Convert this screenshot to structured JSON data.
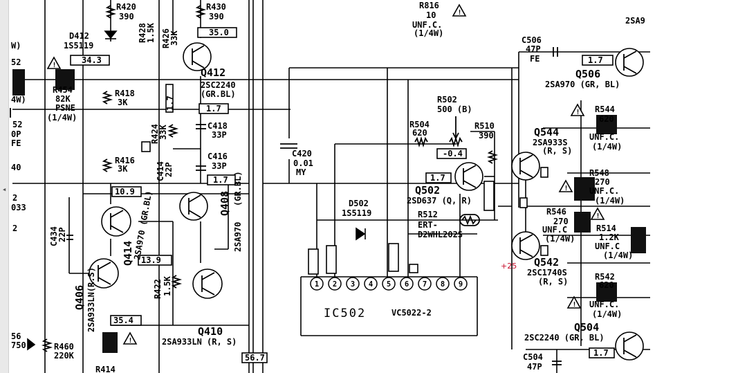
{
  "annotation": {
    "text": "+25",
    "color": "#c8102e"
  },
  "components": {
    "R420": {
      "ref": "R420",
      "val": "390"
    },
    "R430": {
      "ref": "R430",
      "val": "390"
    },
    "R816": {
      "ref": "R816",
      "val": "10",
      "note1": "UNF.C.",
      "note2": "(1/4W)"
    },
    "D412": {
      "ref": "D412",
      "val": "1S5119"
    },
    "R428": {
      "ref": "R428",
      "val": "1.5K"
    },
    "R426": {
      "ref": "R426",
      "val": "33K"
    },
    "Q412": {
      "ref": "Q412",
      "part": "2SC2240",
      "grade": "(GR.BL)"
    },
    "R454": {
      "ref": "R454",
      "val": "82K",
      "note1": "PSNE",
      "note2": "(1/4W)"
    },
    "R418": {
      "ref": "R418",
      "val": "3K"
    },
    "R416": {
      "ref": "R416",
      "val": "3K"
    },
    "R424": {
      "ref": "R424",
      "val": "33K"
    },
    "C414": {
      "ref": "C414",
      "val": "22P"
    },
    "C418": {
      "ref": "C418",
      "val": "33P"
    },
    "C416": {
      "ref": "C416",
      "val": "33P"
    },
    "Q408": {
      "ref": "Q408",
      "part": "2SA970",
      "grade": "(GR.BL)"
    },
    "C420": {
      "ref": "C420",
      "val": "0.01",
      "note1": "MY"
    },
    "C434": {
      "ref": "C434",
      "val": "22P"
    },
    "Q414": {
      "ref": "Q414",
      "part": "2SA970 (GR.BL)"
    },
    "Q406": {
      "ref": "Q406",
      "part": "2SA933LN(R.S)"
    },
    "R422": {
      "ref": "R422",
      "val": "1.5K"
    },
    "Q410": {
      "ref": "Q410",
      "part": "2SA933LN (R, S)"
    },
    "R460": {
      "ref": "R460",
      "val": "220K"
    },
    "R414": {
      "ref": "R414"
    },
    "R502": {
      "ref": "R502",
      "val": "500 (B)"
    },
    "R504": {
      "ref": "R504",
      "val": "620"
    },
    "R510": {
      "ref": "R510",
      "val": "390"
    },
    "Q502": {
      "ref": "Q502",
      "part": "2SD637 (Q, R)"
    },
    "D502": {
      "ref": "D502",
      "val": "1S5119"
    },
    "R512": {
      "ref": "R512",
      "val": "ERT-",
      "note1": "D2WHL202S"
    },
    "IC502": {
      "ref": "IC502",
      "part": "VC5022-2"
    },
    "C506": {
      "ref": "C506",
      "val": "47P",
      "note1": "FE"
    },
    "Q506": {
      "ref": "Q506",
      "part": "2SA970 (GR, BL)"
    },
    "R544": {
      "ref": "R544",
      "val": "620",
      "note1": "UNF.C.",
      "note2": "(1/4W)"
    },
    "Q544": {
      "ref": "Q544",
      "part": "2SA933S",
      "grade": "(R, S)"
    },
    "R548": {
      "ref": "R548",
      "val": "270",
      "note1": "UNF.C.",
      "note2": "(1/4W)"
    },
    "R546": {
      "ref": "R546",
      "val": "270",
      "note1": "UNF.C",
      "note2": "(1/4W)"
    },
    "R514": {
      "ref": "R514",
      "val": "1.2K",
      "note1": "UNF.C",
      "note2": "(1/4W)"
    },
    "Q542": {
      "ref": "Q542",
      "part": "2SC1740S",
      "grade": "(R, S)"
    },
    "R542": {
      "ref": "R542",
      "val": "620",
      "note1": "UNF.C.",
      "note2": "(1/4W)"
    },
    "Q504": {
      "ref": "Q504",
      "part": "2SC2240 (GR. BL)"
    },
    "C504": {
      "ref": "C504",
      "val": "47P"
    }
  },
  "ic_pins": [
    "1",
    "2",
    "3",
    "4",
    "5",
    "6",
    "7",
    "8",
    "9"
  ],
  "voltages": {
    "v1": "34.3",
    "v2": "35.0",
    "v3": "1.7",
    "v4": "-0.4",
    "v5": "1.7",
    "v6": "10.9",
    "v7": "13.9",
    "v8": "35.4",
    "v9": "1.7",
    "v10": "1.7",
    "v11": "56.7",
    "v12": "1.7",
    "v13": "1.7"
  },
  "edge_fragments": {
    "top_right": "2SA9",
    "left": [
      "W)",
      "52",
      "4W)",
      "52",
      "0P",
      "FE",
      "40",
      "2",
      "033",
      "2",
      "56",
      "750"
    ]
  },
  "labels": {
    "warning_mark": "!"
  }
}
